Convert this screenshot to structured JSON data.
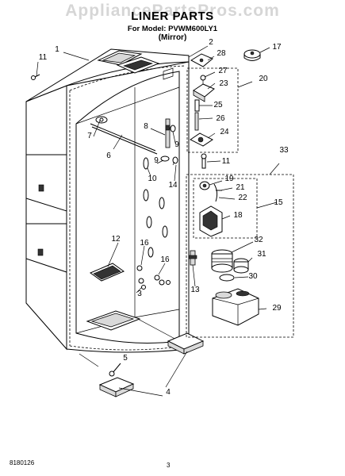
{
  "watermark": "AppliancePartsPros.com",
  "title": "LINER PARTS",
  "model_line": "For Model: PVWM600LY1",
  "variant": "(Mirror)",
  "doc_number": "8180126",
  "page_number": "3",
  "callouts": {
    "c1": "1",
    "c2": "2",
    "c3": "3",
    "c4": "4",
    "c5": "5",
    "c6": "6",
    "c7": "7",
    "c8": "8",
    "c9a": "9",
    "c9b": "9",
    "c10": "10",
    "c11a": "11",
    "c11b": "11",
    "c12": "12",
    "c13": "13",
    "c14": "14",
    "c15": "15",
    "c16a": "16",
    "c16b": "16",
    "c17": "17",
    "c18": "18",
    "c19": "19",
    "c20": "20",
    "c21": "21",
    "c22": "22",
    "c23": "23",
    "c24": "24",
    "c25": "25",
    "c26": "26",
    "c27": "27",
    "c28": "28",
    "c29": "29",
    "c30": "30",
    "c31": "31",
    "c32": "32",
    "c33": "33"
  }
}
